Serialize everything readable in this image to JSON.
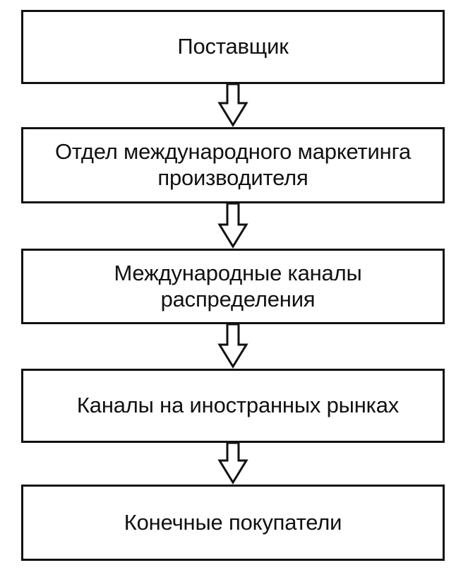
{
  "diagram": {
    "nodes": [
      {
        "id": "supplier",
        "lines": [
          "Поставщик"
        ]
      },
      {
        "id": "intl-marketing-dept",
        "lines": [
          "Отдел международного маркетинга",
          "производителя"
        ]
      },
      {
        "id": "intl-distribution-channels",
        "lines": [
          "Международные каналы",
          "распределения"
        ]
      },
      {
        "id": "foreign-market-channels",
        "lines": [
          "Каналы на иностранных рынках"
        ]
      },
      {
        "id": "end-buyers",
        "lines": [
          "Конечные покупатели"
        ]
      }
    ],
    "edges": [
      {
        "from": "supplier",
        "to": "intl-marketing-dept",
        "style": "hollow-block-arrow"
      },
      {
        "from": "intl-marketing-dept",
        "to": "intl-distribution-channels",
        "style": "hollow-block-arrow"
      },
      {
        "from": "intl-distribution-channels",
        "to": "foreign-market-channels",
        "style": "hollow-block-arrow"
      },
      {
        "from": "foreign-market-channels",
        "to": "end-buyers",
        "style": "hollow-block-arrow"
      }
    ],
    "colors": {
      "stroke": "#111111",
      "fill": "#ffffff",
      "text": "#111111"
    }
  }
}
